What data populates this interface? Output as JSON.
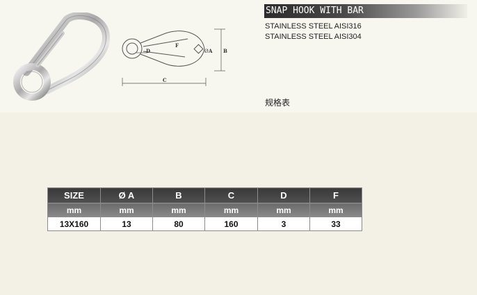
{
  "product": {
    "title": "SNAP HOOK WITH BAR",
    "materials": [
      "STAINLESS STEEL AISI316",
      "STAINLESS STEEL AISI304"
    ],
    "spec_label": "规格表"
  },
  "drawing": {
    "labels": {
      "a": "A",
      "a_prefix": "Ø",
      "b": "B",
      "c": "C",
      "d": "D",
      "f": "F"
    }
  },
  "spec_table": {
    "headers": [
      "SIZE",
      "Ø A",
      "B",
      "C",
      "D",
      "F"
    ],
    "units": [
      "mm",
      "mm",
      "mm",
      "mm",
      "mm",
      "mm"
    ],
    "rows": [
      [
        "13X160",
        "13",
        "80",
        "160",
        "3",
        "33"
      ]
    ]
  },
  "colors": {
    "page_bg": "#f3f1e6",
    "header_bg": "#3a3a3a",
    "units_bg": "#7a7a7a"
  }
}
